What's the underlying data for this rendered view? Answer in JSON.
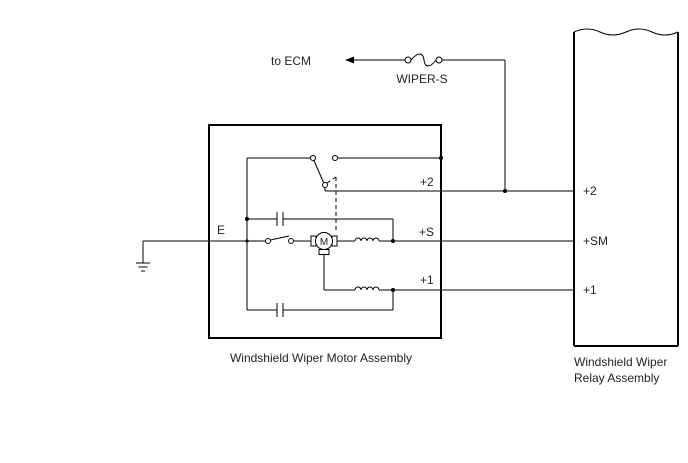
{
  "diagram": {
    "ecm_label": "to ECM",
    "fuse_label": "WIPER-S",
    "motor": {
      "title": "Windshield Wiper Motor Assembly",
      "motor_symbol": "M",
      "terminals": {
        "plus2": "+2",
        "e": "E",
        "plus_s": "+S",
        "plus1": "+1"
      }
    },
    "relay": {
      "title_line1": "Windshield Wiper",
      "title_line2": "Relay Assembly",
      "terminals": {
        "plus2": "+2",
        "plus_sm": "+SM",
        "plus1": "+1"
      }
    },
    "icons": [
      "fuse-icon",
      "ground-icon",
      "motor-icon",
      "capacitor-icon",
      "coil-icon",
      "switch-icon",
      "arrow-left-icon"
    ],
    "colors": {
      "line": "#000000",
      "background": "#ffffff"
    }
  }
}
